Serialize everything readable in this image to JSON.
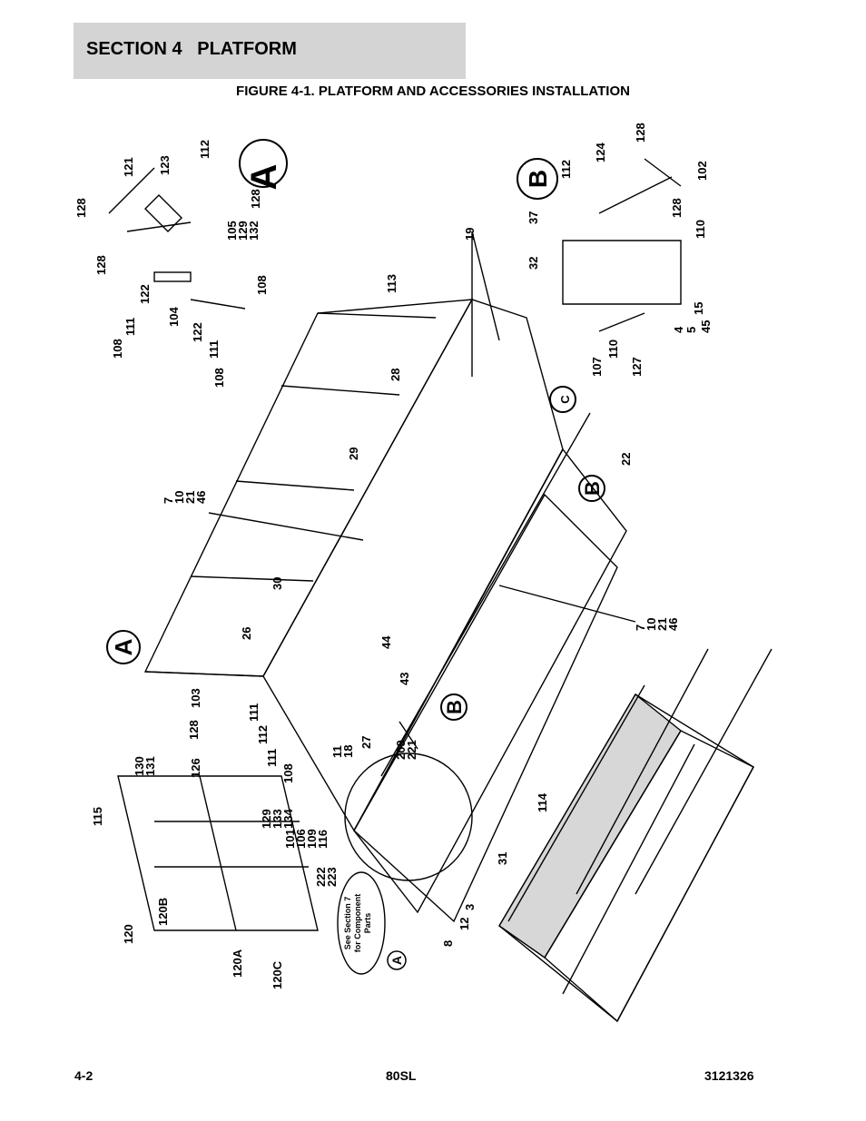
{
  "header": {
    "section": "SECTION 4   PLATFORM",
    "figure_title": "FIGURE 4-1. PLATFORM AND ACCESSORIES INSTALLATION"
  },
  "footer": {
    "page": "4-2",
    "model": "80SL",
    "doc_number": "3121326"
  },
  "detail_letters": {
    "a": "A",
    "b": "B",
    "c": "C"
  },
  "note": {
    "line1": "See Section 7",
    "line2": "for Component",
    "line3": "Parts"
  },
  "callouts": {
    "c128a": "128",
    "c121": "121",
    "c123": "123",
    "c112a": "112",
    "c128b": "128",
    "c105": "105",
    "c129a": "129",
    "c132": "132",
    "c128c": "128",
    "c122a": "122",
    "c111a": "111",
    "c108a": "108",
    "c104": "104",
    "c108b": "108",
    "c122b": "122",
    "c111b": "111",
    "c108c": "108",
    "c113": "113",
    "c19": "19",
    "c28": "28",
    "c29": "29",
    "c22": "22",
    "c7a": "7",
    "c10a": "10",
    "c21a": "21",
    "c46a": "46",
    "c30": "30",
    "c26": "26",
    "c7b": "7",
    "c10b": "10",
    "c21b": "21",
    "c46b": "46",
    "c44": "44",
    "c43": "43",
    "c103": "103",
    "c128d": "128",
    "c111c": "111",
    "c112b": "112",
    "c111d": "111",
    "c108d": "108",
    "c130": "130",
    "c131": "131",
    "c126": "126",
    "c129b": "129",
    "c133": "133",
    "c134": "134",
    "c101": "101",
    "c106": "106",
    "c109": "109",
    "c116": "116",
    "c115": "115",
    "c120": "120",
    "c120b": "120B",
    "c120a": "120A",
    "c120c": "120C",
    "c11": "11",
    "c18": "18",
    "c27": "27",
    "c209": "209",
    "c221": "221",
    "c222": "222",
    "c223": "223",
    "c114": "114",
    "c31": "31",
    "c8": "8",
    "c12": "12",
    "c3": "3",
    "c112c": "112",
    "c124": "124",
    "c128e": "128",
    "c102": "102",
    "c37": "37",
    "c128f": "128",
    "c110a": "110",
    "c32": "32",
    "c15": "15",
    "c4": "4",
    "c5": "5",
    "c45": "45",
    "c107": "107",
    "c110b": "110",
    "c127": "127"
  }
}
